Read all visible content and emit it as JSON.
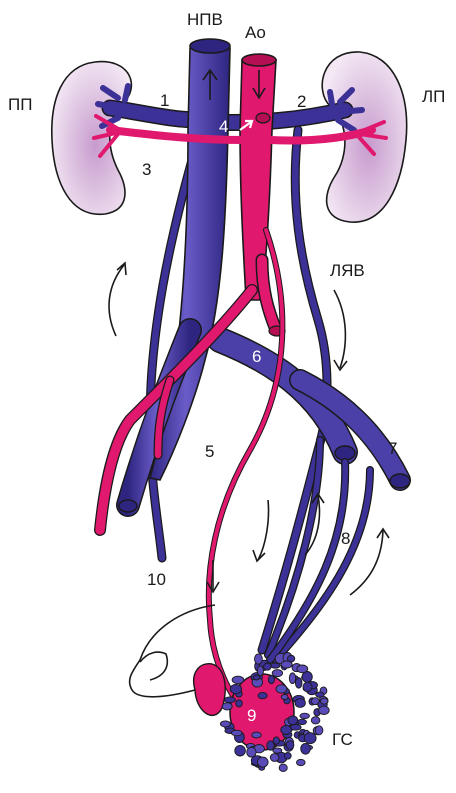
{
  "labels": {
    "ivc": "НПВ",
    "aorta": "Ао",
    "right_kidney": "ПП",
    "left_kidney": "ЛП",
    "left_renal_vein": "ЛЯВ",
    "scrotum": "ГС",
    "n1": "1",
    "n2": "2",
    "n3": "3",
    "n4": "4",
    "n5": "5",
    "n6": "6",
    "n7": "7",
    "n8": "8",
    "n9": "9",
    "n10": "10"
  },
  "colors": {
    "vein": "#3b3196",
    "vein_highlight": "#6a5cc8",
    "artery": "#e0186e",
    "artery_dark": "#b30f52",
    "kidney": "#ead7ee",
    "kidney_inner": "#caa0cc",
    "outline": "#1a1a1a"
  }
}
